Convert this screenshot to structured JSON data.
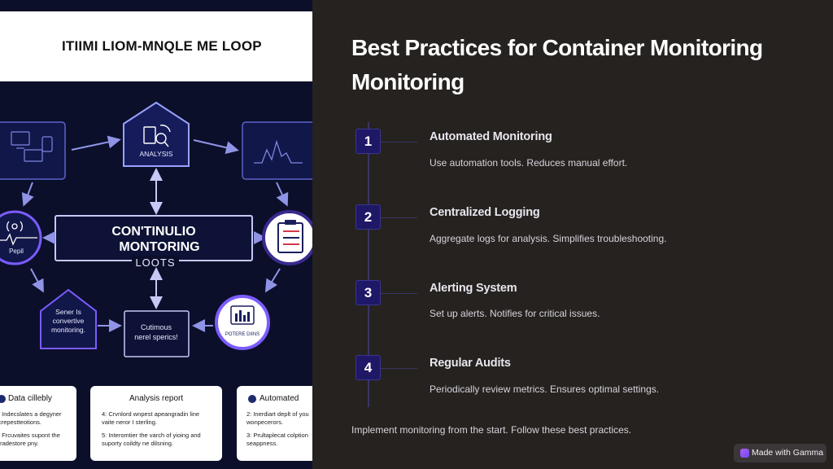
{
  "image_panel": {
    "banner_title": "ITIIMI LIOM-MNQLE ME LOOP",
    "nodes": {
      "analysis": "ANALYSIS",
      "center_line1": "CON'TINULIO",
      "center_line2": "MONTORING",
      "center_line3": "LOOTS",
      "left_label": "Pepil",
      "sener_line1": "Sener Is",
      "sener_line2": "convertive",
      "sener_line3": "monitoring.",
      "cutimous_line1": "Cutimous",
      "cutimous_line2": "nerel sperics!",
      "potere": "POTERE DIINS"
    },
    "cards": [
      {
        "title": "Data cillebly",
        "lines": [
          ":  Indecslates a degyner",
          "   crepestteotions.",
          ":  Frcuvaites supont the",
          "   tradestore pny."
        ]
      },
      {
        "title": "Analysis report",
        "lines": [
          "4:  Crvnlord wnpest apeangradin line",
          "    vaite neror I sterling.",
          "5:  Interomtier the varch of yioing and",
          "    suporty coildty ne dilsning."
        ]
      },
      {
        "title": "Automated",
        "lines": [
          "2:  Inerdiart deplt of you",
          "    wonpecerors.",
          "3:  Prultaplecat colption",
          "    seappness."
        ]
      }
    ]
  },
  "content": {
    "heading_line1": "Best Practices for Container Monitoring",
    "heading_line2": "Monitoring",
    "steps": [
      {
        "number": "1",
        "title": "Automated Monitoring",
        "description": "Use automation tools. Reduces manual effort."
      },
      {
        "number": "2",
        "title": "Centralized Logging",
        "description": "Aggregate logs for analysis. Simplifies troubleshooting."
      },
      {
        "number": "3",
        "title": "Alerting System",
        "description": "Set up alerts. Notifies for critical issues."
      },
      {
        "number": "4",
        "title": "Regular Audits",
        "description": "Periodically review metrics. Ensures optimal settings."
      }
    ],
    "footer": "Implement monitoring from the start. Follow these best practices."
  },
  "badge": {
    "label": "Made with Gamma"
  },
  "colors": {
    "background": "#26221f",
    "step_box": "#1e1866",
    "diagram_bg": "#0b0f2a",
    "accent_purple": "#7b5cff"
  }
}
